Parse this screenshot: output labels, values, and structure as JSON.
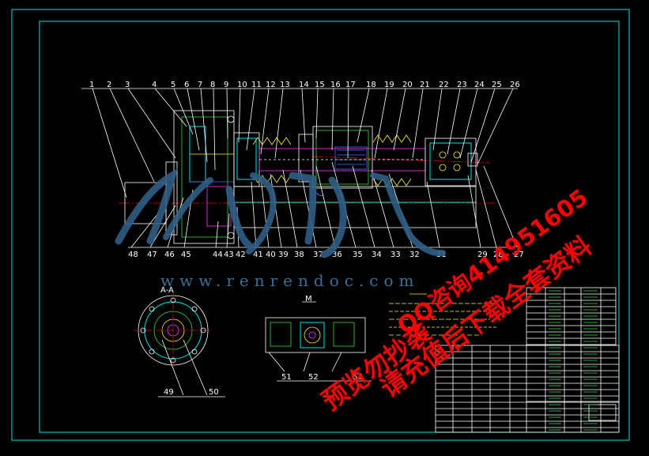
{
  "drawing": {
    "top_callouts": [
      "1",
      "2",
      "3",
      "4",
      "5",
      "6",
      "7",
      "8",
      "9",
      "10",
      "11",
      "12",
      "13",
      "14",
      "15",
      "16",
      "17",
      "18",
      "19",
      "20",
      "21",
      "22",
      "23",
      "24",
      "25",
      "26"
    ],
    "bottom_callouts": [
      "48",
      "47",
      "46",
      "45",
      "44",
      "43",
      "42",
      "41",
      "40",
      "39",
      "38",
      "37",
      "36",
      "35",
      "34",
      "33",
      "32",
      "31",
      "29",
      "28",
      "27"
    ],
    "section_callouts": [
      "49",
      "50"
    ],
    "detail_callouts": [
      "51",
      "52",
      "53"
    ],
    "section_view_label": "A-A"
  },
  "watermark": {
    "site_text": "www.renrendoc.com",
    "stamp_lines": [
      "预览勿抄袭",
      "请充值后下载全套资料",
      "QQ咨询414951605"
    ]
  },
  "colors": {
    "background": "#000000",
    "frame": "#00e5e5",
    "stamp": "#ff0000"
  }
}
